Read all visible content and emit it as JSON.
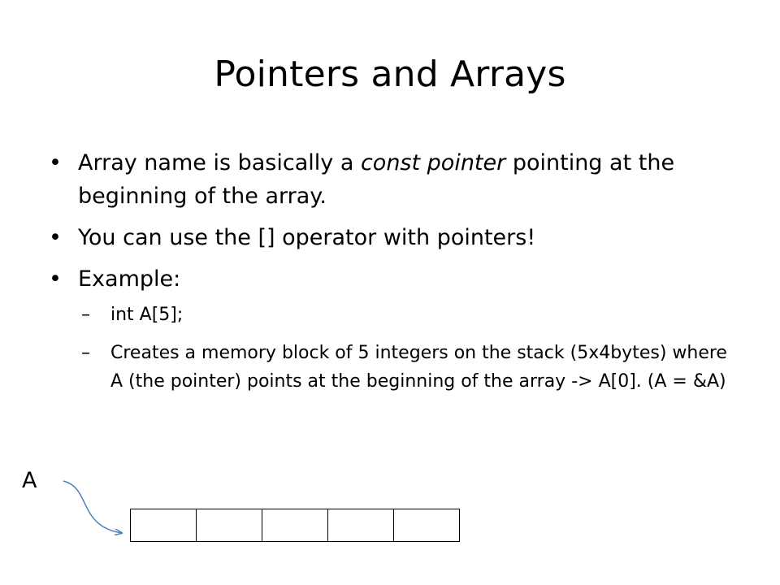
{
  "slide": {
    "title": "Pointers and Arrays",
    "bullets": [
      {
        "prefix": "Array name is basically a ",
        "emphasis": "const pointer",
        "suffix": " pointing at the beginning of the array."
      },
      {
        "text": "You can use the [] operator with pointers!"
      },
      {
        "text": "Example:",
        "subitems": [
          {
            "text": "int A[5];"
          },
          {
            "text": "Creates a memory block of 5 integers on the stack (5x4bytes) where A (the pointer) points at the beginning of the array -> A[0]. (A = &A)"
          }
        ]
      }
    ],
    "bullet_glyph": "•",
    "dash_glyph": "–"
  },
  "diagram": {
    "pointer_label": "A",
    "array_cells": 5,
    "arrow_color": "#4f81bd"
  }
}
